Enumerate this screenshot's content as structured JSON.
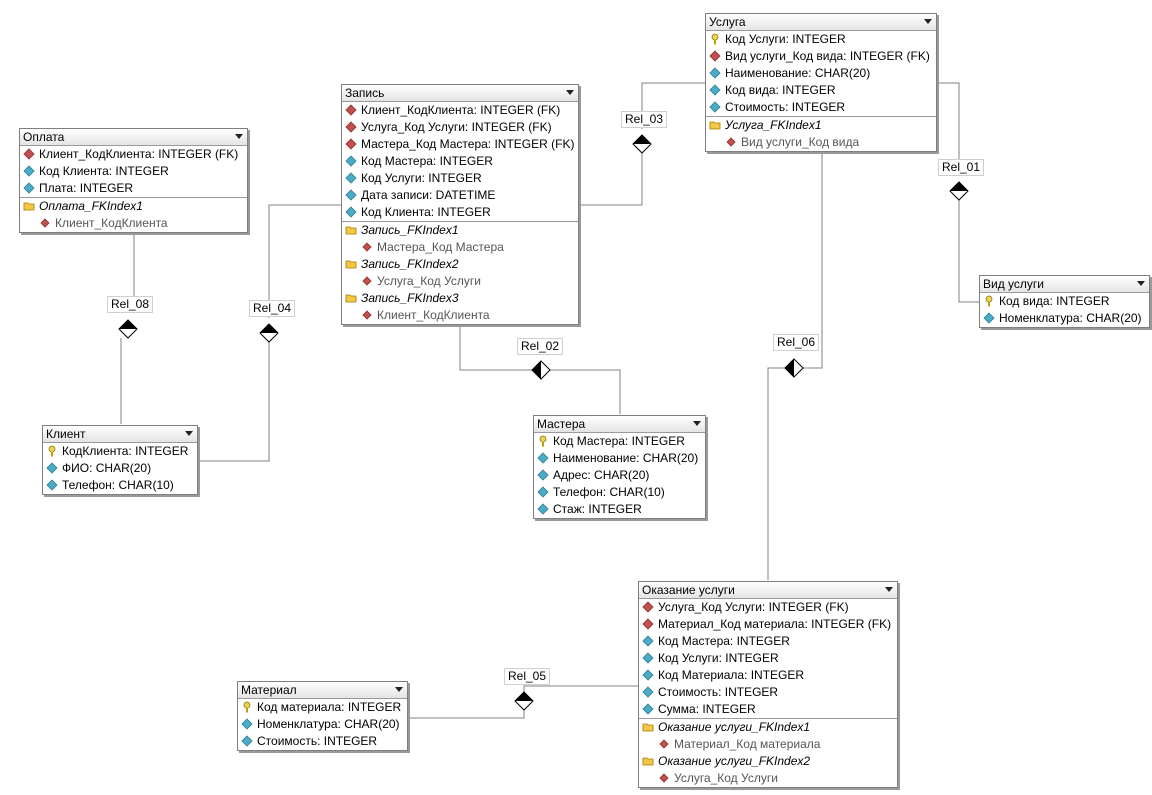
{
  "entities": {
    "oplata": {
      "title": "Оплата",
      "attributes": [
        {
          "text": "Клиент_КодКлиента: INTEGER (FK)",
          "icon": "foreign-key"
        },
        {
          "text": "Код Клиента: INTEGER",
          "icon": "attribute"
        },
        {
          "text": "Плата: INTEGER",
          "icon": "attribute"
        }
      ],
      "indexes": [
        {
          "name": "Оплата_FKIndex1",
          "members": [
            "Клиент_КодКлиента"
          ]
        }
      ]
    },
    "zapis": {
      "title": "Запись",
      "attributes": [
        {
          "text": "Клиент_КодКлиента: INTEGER (FK)",
          "icon": "foreign-key"
        },
        {
          "text": "Услуга_Код Услуги: INTEGER (FK)",
          "icon": "foreign-key"
        },
        {
          "text": "Мастера_Код Мастера: INTEGER (FK)",
          "icon": "foreign-key"
        },
        {
          "text": "Код Мастера: INTEGER",
          "icon": "attribute"
        },
        {
          "text": "Код Услуги: INTEGER",
          "icon": "attribute"
        },
        {
          "text": "Дата записи: DATETIME",
          "icon": "attribute"
        },
        {
          "text": "Код Клиента: INTEGER",
          "icon": "attribute"
        }
      ],
      "indexes": [
        {
          "name": "Запись_FKIndex1",
          "members": [
            "Мастера_Код Мастера"
          ]
        },
        {
          "name": "Запись_FKIndex2",
          "members": [
            "Услуга_Код Услуги"
          ]
        },
        {
          "name": "Запись_FKIndex3",
          "members": [
            "Клиент_КодКлиента"
          ]
        }
      ]
    },
    "usluga": {
      "title": "Услуга",
      "attributes": [
        {
          "text": "Код Услуги: INTEGER",
          "icon": "primary-key"
        },
        {
          "text": "Вид услуги_Код вида: INTEGER (FK)",
          "icon": "foreign-key"
        },
        {
          "text": "Наименование: CHAR(20)",
          "icon": "attribute"
        },
        {
          "text": "Код вида: INTEGER",
          "icon": "attribute"
        },
        {
          "text": "Стоимость: INTEGER",
          "icon": "attribute"
        }
      ],
      "indexes": [
        {
          "name": "Услуга_FKIndex1",
          "members": [
            "Вид услуги_Код вида"
          ]
        }
      ]
    },
    "vid_uslugi": {
      "title": "Вид услуги",
      "attributes": [
        {
          "text": "Код вида: INTEGER",
          "icon": "primary-key"
        },
        {
          "text": "Номенклатура: CHAR(20)",
          "icon": "attribute"
        }
      ],
      "indexes": []
    },
    "klient": {
      "title": "Клиент",
      "attributes": [
        {
          "text": "КодКлиента: INTEGER",
          "icon": "primary-key"
        },
        {
          "text": "ФИО: CHAR(20)",
          "icon": "attribute"
        },
        {
          "text": "Телефон: CHAR(10)",
          "icon": "attribute"
        }
      ],
      "indexes": []
    },
    "mastera": {
      "title": "Мастера",
      "attributes": [
        {
          "text": "Код Мастера: INTEGER",
          "icon": "primary-key"
        },
        {
          "text": "Наименование: CHAR(20)",
          "icon": "attribute"
        },
        {
          "text": "Адрес: CHAR(20)",
          "icon": "attribute"
        },
        {
          "text": "Телефон: CHAR(10)",
          "icon": "attribute"
        },
        {
          "text": "Стаж: INTEGER",
          "icon": "attribute"
        }
      ],
      "indexes": []
    },
    "okazanie": {
      "title": "Оказание услуги",
      "attributes": [
        {
          "text": "Услуга_Код Услуги: INTEGER (FK)",
          "icon": "foreign-key"
        },
        {
          "text": "Материал_Код материала: INTEGER (FK)",
          "icon": "foreign-key"
        },
        {
          "text": "Код Мастера: INTEGER",
          "icon": "attribute"
        },
        {
          "text": "Код Услуги: INTEGER",
          "icon": "attribute"
        },
        {
          "text": "Код Материала: INTEGER",
          "icon": "attribute"
        },
        {
          "text": "Стоимость: INTEGER",
          "icon": "attribute"
        },
        {
          "text": "Сумма: INTEGER",
          "icon": "attribute"
        }
      ],
      "indexes": [
        {
          "name": "Оказание услуги_FKIndex1",
          "members": [
            "Материал_Код материала"
          ]
        },
        {
          "name": "Оказание услуги_FKIndex2",
          "members": [
            "Услуга_Код Услуги"
          ]
        }
      ]
    },
    "material": {
      "title": "Материал",
      "attributes": [
        {
          "text": "Код материала: INTEGER",
          "icon": "primary-key"
        },
        {
          "text": "Номенклатура: CHAR(20)",
          "icon": "attribute"
        },
        {
          "text": "Стоимость: INTEGER",
          "icon": "attribute"
        }
      ],
      "indexes": []
    }
  },
  "relationships": [
    {
      "label": "Rel_01",
      "from": "Вид услуги",
      "to": "Услуга"
    },
    {
      "label": "Rel_02",
      "from": "Мастера",
      "to": "Запись"
    },
    {
      "label": "Rel_03",
      "from": "Услуга",
      "to": "Запись"
    },
    {
      "label": "Rel_04",
      "from": "Клиент",
      "to": "Запись"
    },
    {
      "label": "Rel_05",
      "from": "Материал",
      "to": "Оказание услуги"
    },
    {
      "label": "Rel_06",
      "from": "Услуга",
      "to": "Оказание услуги"
    },
    {
      "label": "Rel_08",
      "from": "Клиент",
      "to": "Оплата"
    }
  ],
  "colors": {
    "foreign_key": "#c0504d",
    "attribute": "#4bacc6",
    "primary_key": "#b8a000",
    "index_folder": "#f2c744",
    "line": "#808080",
    "diamond": "#000000"
  }
}
